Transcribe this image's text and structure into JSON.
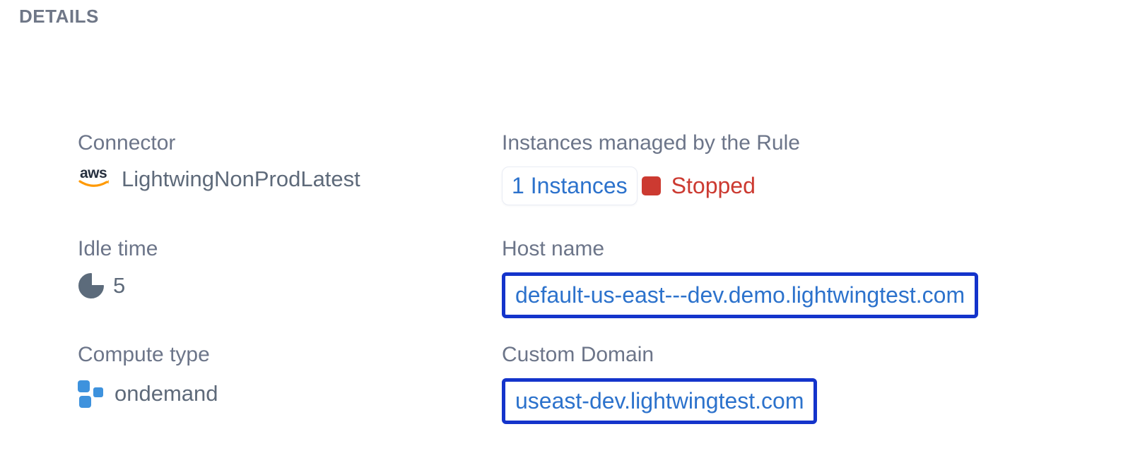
{
  "title": "DETAILS",
  "colors": {
    "label_gray": "#6c7589",
    "value_gray": "#5e6a7a",
    "link_blue": "#2c72cc",
    "box_border_blue": "#1434cb",
    "status_red": "#cc3a31",
    "icon_blue": "#3e92dd",
    "icon_slate": "#5c6b7b",
    "aws_navy": "#252f3e",
    "aws_orange": "#ff9900"
  },
  "fields": {
    "connector": {
      "label": "Connector",
      "icon": "aws-icon",
      "icon_text": "aws",
      "value": "LightwingNonProdLatest"
    },
    "idle_time": {
      "label": "Idle time",
      "icon": "pie-chart-icon",
      "value": "5"
    },
    "compute_type": {
      "label": "Compute type",
      "icon": "compute-squares-icon",
      "value": "ondemand"
    },
    "instances": {
      "label": "Instances managed by the Rule",
      "count_link": "1 Instances",
      "status": "Stopped"
    },
    "host_name": {
      "label": "Host name",
      "value": "default-us-east---dev.demo.lightwingtest.com"
    },
    "custom_domain": {
      "label": "Custom Domain",
      "value": "useast-dev.lightwingtest.com"
    }
  }
}
